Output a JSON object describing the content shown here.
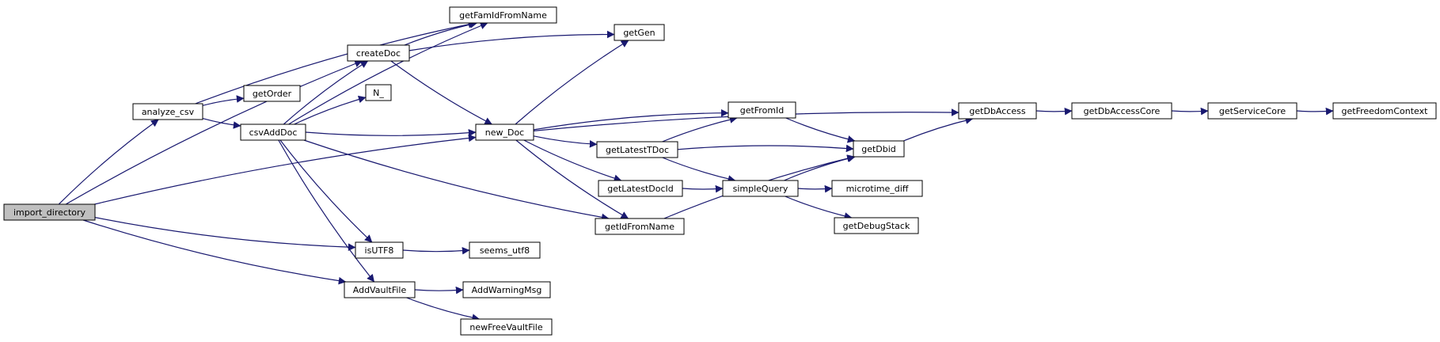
{
  "graph": {
    "edge_color": "#191970",
    "root_fill": "#bfbfbf",
    "nodes": [
      {
        "id": "import_directory",
        "label": "import_directory",
        "root": true
      },
      {
        "id": "analyze_csv",
        "label": "analyze_csv"
      },
      {
        "id": "csvAddDoc",
        "label": "csvAddDoc"
      },
      {
        "id": "getFamIdFromName",
        "label": "getFamIdFromName"
      },
      {
        "id": "createDoc",
        "label": "createDoc"
      },
      {
        "id": "getOrder",
        "label": "getOrder"
      },
      {
        "id": "N_",
        "label": "N_"
      },
      {
        "id": "new_Doc",
        "label": "new_Doc"
      },
      {
        "id": "getGen",
        "label": "getGen"
      },
      {
        "id": "getLatestTDoc",
        "label": "getLatestTDoc"
      },
      {
        "id": "getLatestDocId",
        "label": "getLatestDocId"
      },
      {
        "id": "getIdFromName",
        "label": "getIdFromName"
      },
      {
        "id": "getFromId",
        "label": "getFromId"
      },
      {
        "id": "simpleQuery",
        "label": "simpleQuery"
      },
      {
        "id": "getDbid",
        "label": "getDbid"
      },
      {
        "id": "microtime_diff",
        "label": "microtime_diff"
      },
      {
        "id": "getDebugStack",
        "label": "getDebugStack"
      },
      {
        "id": "getDbAccess",
        "label": "getDbAccess"
      },
      {
        "id": "getDbAccessCore",
        "label": "getDbAccessCore"
      },
      {
        "id": "getServiceCore",
        "label": "getServiceCore"
      },
      {
        "id": "getFreedomContext",
        "label": "getFreedomContext"
      },
      {
        "id": "isUTF8",
        "label": "isUTF8"
      },
      {
        "id": "seems_utf8",
        "label": "seems_utf8"
      },
      {
        "id": "AddVaultFile",
        "label": "AddVaultFile"
      },
      {
        "id": "AddWarningMsg",
        "label": "AddWarningMsg"
      },
      {
        "id": "newFreeVaultFile",
        "label": "newFreeVaultFile"
      }
    ],
    "edges": [
      [
        "import_directory",
        "analyze_csv"
      ],
      [
        "import_directory",
        "createDoc"
      ],
      [
        "import_directory",
        "new_Doc"
      ],
      [
        "import_directory",
        "isUTF8"
      ],
      [
        "import_directory",
        "AddVaultFile"
      ],
      [
        "analyze_csv",
        "getFamIdFromName"
      ],
      [
        "analyze_csv",
        "getOrder"
      ],
      [
        "analyze_csv",
        "csvAddDoc"
      ],
      [
        "csvAddDoc",
        "getFamIdFromName"
      ],
      [
        "csvAddDoc",
        "createDoc"
      ],
      [
        "csvAddDoc",
        "N_"
      ],
      [
        "csvAddDoc",
        "new_Doc"
      ],
      [
        "csvAddDoc",
        "getIdFromName"
      ],
      [
        "csvAddDoc",
        "isUTF8"
      ],
      [
        "csvAddDoc",
        "AddVaultFile"
      ],
      [
        "createDoc",
        "getFamIdFromName"
      ],
      [
        "createDoc",
        "getGen"
      ],
      [
        "createDoc",
        "new_Doc"
      ],
      [
        "new_Doc",
        "getGen"
      ],
      [
        "new_Doc",
        "getDbAccess"
      ],
      [
        "new_Doc",
        "getFromId"
      ],
      [
        "new_Doc",
        "getLatestTDoc"
      ],
      [
        "new_Doc",
        "getLatestDocId"
      ],
      [
        "new_Doc",
        "getIdFromName"
      ],
      [
        "getLatestTDoc",
        "getFromId"
      ],
      [
        "getLatestTDoc",
        "getDbid"
      ],
      [
        "getLatestTDoc",
        "simpleQuery"
      ],
      [
        "getLatestDocId",
        "simpleQuery"
      ],
      [
        "getIdFromName",
        "getDbid"
      ],
      [
        "getFromId",
        "getDbid"
      ],
      [
        "simpleQuery",
        "getDbid"
      ],
      [
        "simpleQuery",
        "microtime_diff"
      ],
      [
        "simpleQuery",
        "getDebugStack"
      ],
      [
        "getDbid",
        "getDbAccess"
      ],
      [
        "getDbAccess",
        "getDbAccessCore"
      ],
      [
        "getDbAccessCore",
        "getServiceCore"
      ],
      [
        "getServiceCore",
        "getFreedomContext"
      ],
      [
        "isUTF8",
        "seems_utf8"
      ],
      [
        "AddVaultFile",
        "AddWarningMsg"
      ],
      [
        "AddVaultFile",
        "newFreeVaultFile"
      ]
    ]
  }
}
